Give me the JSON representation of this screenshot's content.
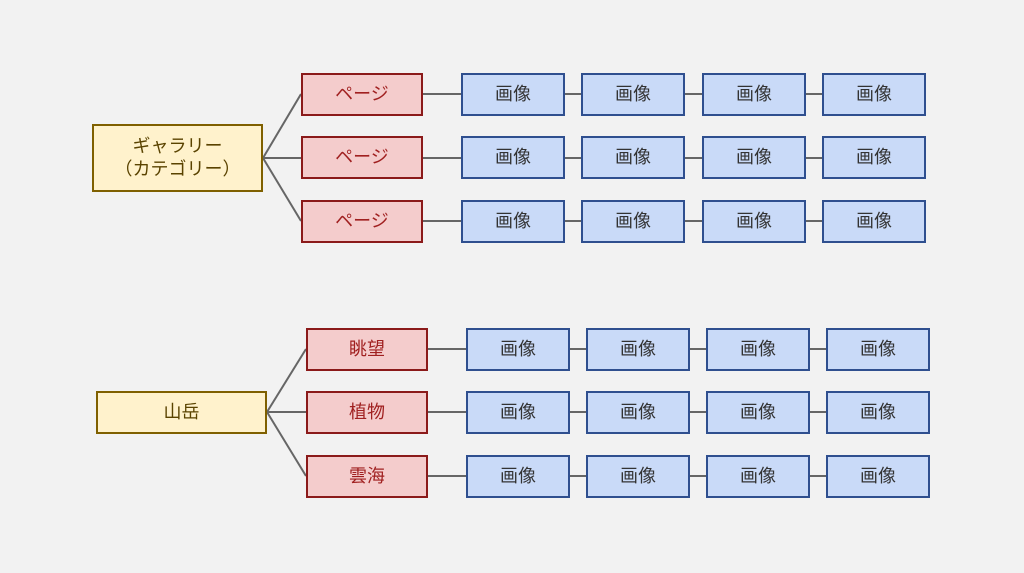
{
  "trees": [
    {
      "root": {
        "label": "ギャラリー\n（カテゴリー）"
      },
      "branches": [
        {
          "label": "ページ",
          "images": [
            "画像",
            "画像",
            "画像",
            "画像"
          ]
        },
        {
          "label": "ページ",
          "images": [
            "画像",
            "画像",
            "画像",
            "画像"
          ]
        },
        {
          "label": "ページ",
          "images": [
            "画像",
            "画像",
            "画像",
            "画像"
          ]
        }
      ]
    },
    {
      "root": {
        "label": "山岳"
      },
      "branches": [
        {
          "label": "眺望",
          "images": [
            "画像",
            "画像",
            "画像",
            "画像"
          ]
        },
        {
          "label": "植物",
          "images": [
            "画像",
            "画像",
            "画像",
            "画像"
          ]
        },
        {
          "label": "雲海",
          "images": [
            "画像",
            "画像",
            "画像",
            "画像"
          ]
        }
      ]
    }
  ],
  "colors": {
    "background": "#f2f2f2",
    "root_fill": "#fff2cc",
    "root_border": "#7f6000",
    "branch_fill": "#f4cccc",
    "branch_border": "#8b1a1a",
    "image_fill": "#c9daf8",
    "image_border": "#2f4f8f",
    "connector": "#666666"
  }
}
